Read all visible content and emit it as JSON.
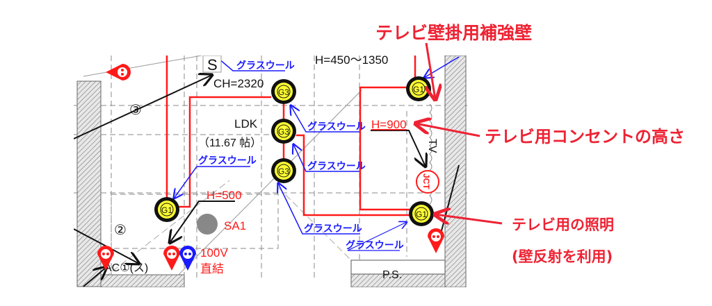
{
  "annotations": {
    "reinforced_wall": "テレビ壁掛用補強壁",
    "outlet_height": "テレビ用コンセントの高さ",
    "lighting_line1": "テレビ用の照明",
    "lighting_line2": "(壁反射を利用)"
  },
  "drawing": {
    "s_label": "S",
    "ceiling_height": "CH=2320",
    "height_range": "H=450〜1350",
    "room_name": "LDK",
    "room_size": "（11.67 帖）",
    "glass_wool": "グラスウール",
    "circle_3": "③",
    "circle_2": "②",
    "h900": "H=900",
    "h500": "H=500",
    "tv": "TV",
    "jct": "JCT",
    "sa1": "SA1",
    "v100": "100V",
    "direct": "直結",
    "ac": "AC①(ス)",
    "ps": "P.S.",
    "g3": "G3",
    "g1": "G1"
  },
  "colors": {
    "red": "#ff1a1a",
    "blue": "#1a1aff",
    "yellow": "#ffff33",
    "annotation": "#ee2233"
  }
}
